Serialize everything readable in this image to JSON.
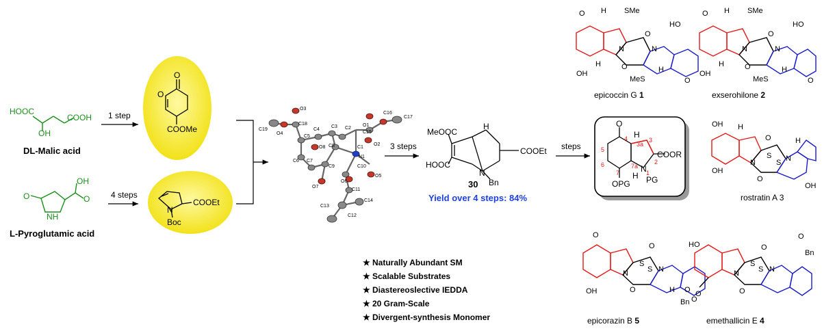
{
  "starting_materials": {
    "malic_acid": {
      "name": "DL-Malic acid",
      "groups": [
        "HOOC",
        "COOH",
        "OH"
      ]
    },
    "pyroglutamic_acid": {
      "name": "L-Pyroglutamic acid",
      "groups": [
        "O",
        "NH",
        "OH",
        "O"
      ]
    }
  },
  "steps": {
    "malic_to_pyrone": "1 step",
    "pyro_to_pyrroline": "4 steps",
    "to_bicycle": "3 steps",
    "to_core": "steps"
  },
  "intermediates": {
    "pyrone": {
      "groups": [
        "O",
        "O",
        "COOMe"
      ]
    },
    "pyrroline": {
      "groups": [
        "N",
        "Boc",
        "COOEt"
      ]
    }
  },
  "crystal_atoms": [
    "O3",
    "C19",
    "O4",
    "C18",
    "C5",
    "C4",
    "C3",
    "C2",
    "O1",
    "C15",
    "C16",
    "C17",
    "O8",
    "C8",
    "N1",
    "C1",
    "O2",
    "C6",
    "C7",
    "C9",
    "O7",
    "C10",
    "O6",
    "O5",
    "C11",
    "C13",
    "C12",
    "C14"
  ],
  "compound_30": {
    "number": "30",
    "groups": [
      "MeOOC",
      "H",
      "COOEt",
      "HOOC",
      "N",
      "Bn"
    ],
    "yield": "Yield over 4 steps: 84%"
  },
  "core": {
    "groups": [
      "O",
      "H",
      "COOR",
      "N",
      "PG",
      "OPG",
      "H"
    ],
    "locants": [
      "4",
      "3a",
      "3",
      "5",
      "2",
      "1",
      "6",
      "7a",
      "7"
    ]
  },
  "features": [
    "Naturally Abundant  SM",
    "Scalable  Substrates",
    "Diastereoslective IEDDA",
    "20 Gram-Scale",
    "Divergent-synthesis Monomer"
  ],
  "feature_star": "★",
  "products": [
    {
      "name": "epicoccin G",
      "number": "1",
      "groups": [
        "O",
        "H",
        "SMe",
        "HO",
        "N",
        "O",
        "N",
        "OH",
        "H",
        "O",
        "MeS",
        "H",
        "O"
      ]
    },
    {
      "name": "exserohilone",
      "number": "2",
      "groups": [
        "O",
        "H",
        "SMe",
        "HO",
        "N",
        "O",
        "N",
        "OH",
        "H",
        "O",
        "MeS",
        "H",
        "O"
      ]
    },
    {
      "name": "rostratin A",
      "number": "3",
      "groups": [
        "OH",
        "H",
        "O",
        "S",
        "S",
        "N",
        "N",
        "OH",
        "H",
        "O",
        "OH"
      ]
    },
    {
      "name": "epicorazin B",
      "number": "5",
      "groups": [
        "O",
        "O",
        "HO",
        "S",
        "S",
        "N",
        "N",
        "OH",
        "H",
        "O",
        "O"
      ]
    },
    {
      "name": "emethallicin E",
      "number": "4",
      "groups": [
        "O",
        "Bn",
        "O",
        "S",
        "S",
        "N",
        "N",
        "O",
        "Bn",
        "O",
        "O"
      ]
    }
  ],
  "colors": {
    "green": "#1a8f1a",
    "red": "#e41a1a",
    "blue": "#1a1acc",
    "yellow": "#f7ee38",
    "yield_blue": "#1e3ee0"
  }
}
